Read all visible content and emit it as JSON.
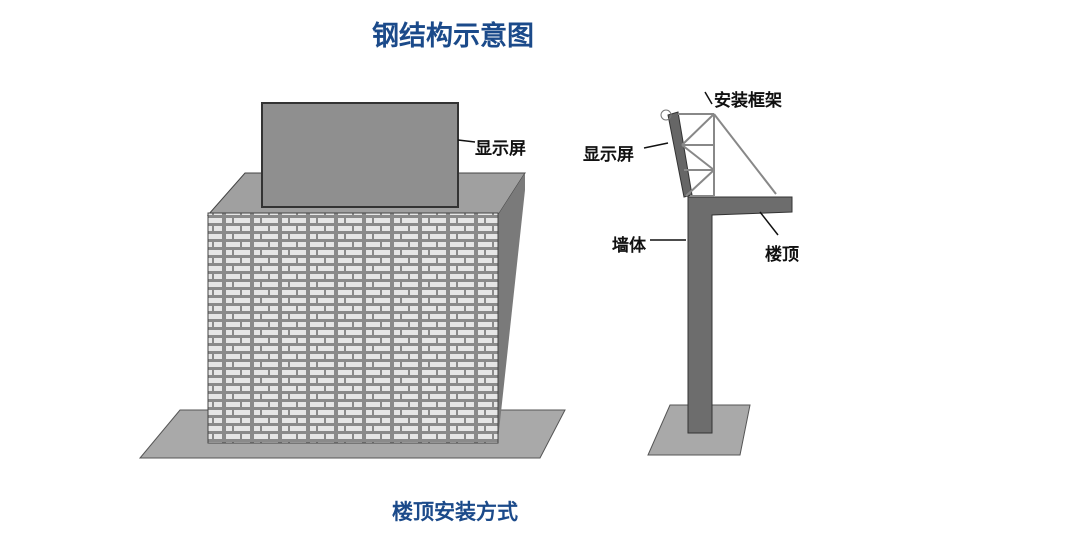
{
  "title": "钢结构示意图",
  "caption": "楼顶安装方式",
  "labels": {
    "screen_left": "显示屏",
    "frame": "安装框架",
    "screen_right": "显示屏",
    "wall": "墙体",
    "roof": "楼顶"
  }
}
